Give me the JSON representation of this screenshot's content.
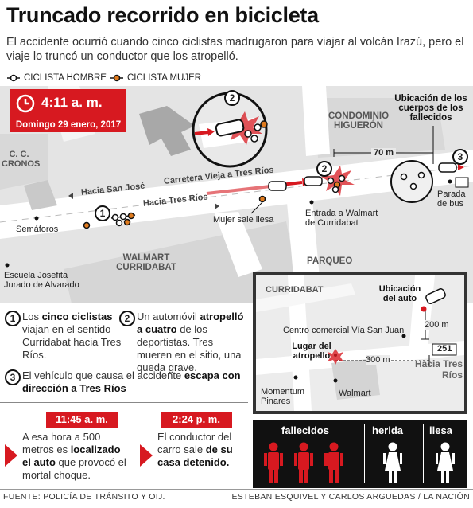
{
  "title": "Truncado recorrido en bicicleta",
  "subtitle": "El accidente ocurrió cuando cinco ciclistas madrugaron para viajar al volcán Irazú, pero el viaje lo truncó un conductor que los atropelló.",
  "legend": {
    "male": "CICLISTA HOMBRE",
    "female": "CICLISTA MUJER"
  },
  "timebox": {
    "time": "4:11 a. m.",
    "date": "Domingo 29 enero, 2017"
  },
  "map": {
    "condominio": "CONDOMINIO HIGUERÓN",
    "ubicacion_cuerpos": "Ubicación de los cuerpos de los fallecidos",
    "distance": "70 m",
    "cc_cronos": "C. C. CRONOS",
    "hacia_san_jose": "Hacia San José",
    "carretera": "Carretera Vieja a Tres Ríos",
    "hacia_tres_rios": "Hacia Tres Ríos",
    "parada": "Parada de bus",
    "semaforos": "Semáforos",
    "mujer_ilesa": "Mujer sale ilesa",
    "entrada_walmart": "Entrada a Walmart de Curridabat",
    "walmart_curridabat": "WALMART CURRIDABAT",
    "parqueo": "PARQUEO",
    "escuela": "Escuela Josefita Jurado de Alvarado",
    "markers": [
      "1",
      "2",
      "3"
    ]
  },
  "notes": [
    {
      "num": "1",
      "pre": "Los ",
      "bold": "cinco ciclistas",
      "post": " viajan en el sentido Curridabat hacia Tres Ríos."
    },
    {
      "num": "2",
      "pre": "Un automóvil ",
      "bold": "atropelló a cuatro",
      "post": " de los deportistas. Tres mueren en el sitio, una queda grave."
    },
    {
      "num": "3",
      "pre": "El vehículo que causa el accidente ",
      "bold": "escapa con dirección a Tres Ríos",
      "post": ""
    }
  ],
  "timeline": [
    {
      "time": "11:45 a. m.",
      "pre": "A esa hora a 500 metros es ",
      "bold": "localizado el auto",
      "post": " que provocó el mortal choque."
    },
    {
      "time": "2:24 p. m.",
      "pre": "El conductor del carro sale ",
      "bold": "de su casa detenido.",
      "post": ""
    }
  ],
  "inset": {
    "curridabat": "CURRIDABAT",
    "ubicacion_auto": "Ubicación del auto",
    "centro_comercial": "Centro comercial Vía San Juan",
    "d200": "200 m",
    "route": "251",
    "lugar_atropello": "Lugar del atropello",
    "d300": "300 m",
    "hacia_tres_rios": "Hacia Tres Ríos",
    "momentum": "Momentum Pinares",
    "walmart": "Walmart"
  },
  "casualties": {
    "fallecidos": "fallecidos",
    "herida": "herida",
    "ilesa": "ilesa"
  },
  "footer": {
    "left": "FUENTE: POLICÍA DE TRÁNSITO Y OIJ.",
    "right": "ESTEBAN ESQUIVEL Y CARLOS ARGUEDAS / LA NACIÓN"
  },
  "colors": {
    "accent": "#d71920",
    "male": "#ffffff",
    "female": "#e07b1e",
    "dark": "#111111"
  }
}
